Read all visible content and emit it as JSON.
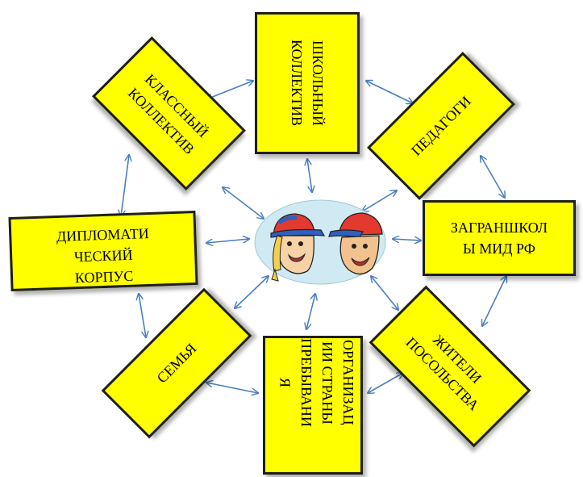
{
  "diagram": {
    "colors": {
      "box_fill": "#ffff00",
      "arrow": "#4a7fc0",
      "center_fill": "#cfeaf3"
    },
    "center": {
      "image": "two cartoon children in baseball caps"
    },
    "boxes": {
      "shkolny": "ШКОЛЬНЫЙ\nКОЛЛЕКТИВ",
      "klassny": "КЛАССНЫЙ\nКОЛЛЕКТИВ",
      "pedagogi": "ПЕДАГОГИ",
      "diplomat": "ДИПЛОМАТИ\nЧЕСКИЙ\nКОРПУС",
      "zagranshkoly": "ЗАГРАНШКОЛ\nЫ МИД РФ",
      "semya": "СЕМЬЯ",
      "zhiteli": "ЖИТЕЛИ\nПОСОЛЬСТВА",
      "organizatsii": "ОРГАНИЗАЦ\nИИ СТРАНЫ\nПРЕБЫВАНИ\nЯ"
    }
  }
}
